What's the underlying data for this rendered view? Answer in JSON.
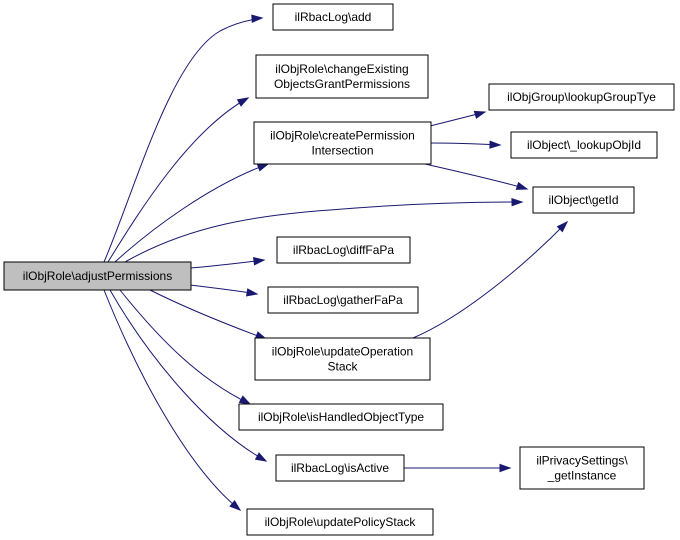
{
  "diagram": {
    "nodes": [
      {
        "id": "root",
        "lines": [
          "ilObjRole\\adjustPermissions"
        ]
      },
      {
        "id": "rbaclog_add",
        "lines": [
          "ilRbacLog\\add"
        ]
      },
      {
        "id": "change_existing",
        "lines": [
          "ilObjRole\\changeExisting",
          "ObjectsGrantPermissions"
        ]
      },
      {
        "id": "create_perm",
        "lines": [
          "ilObjRole\\createPermission",
          "Intersection"
        ]
      },
      {
        "id": "lookup_group",
        "lines": [
          "ilObjGroup\\lookupGroupTye"
        ]
      },
      {
        "id": "lookup_obj",
        "lines": [
          "ilObject\\_lookupObjId"
        ]
      },
      {
        "id": "getid",
        "lines": [
          "ilObject\\getId"
        ]
      },
      {
        "id": "difffapa",
        "lines": [
          "ilRbacLog\\diffFaPa"
        ]
      },
      {
        "id": "gatherfapa",
        "lines": [
          "ilRbacLog\\gatherFaPa"
        ]
      },
      {
        "id": "update_op",
        "lines": [
          "ilObjRole\\updateOperation",
          "Stack"
        ]
      },
      {
        "id": "handled",
        "lines": [
          "ilObjRole\\isHandledObjectType"
        ]
      },
      {
        "id": "isactive",
        "lines": [
          "ilRbacLog\\isActive"
        ]
      },
      {
        "id": "privacy",
        "lines": [
          "ilPrivacySettings\\",
          "_getInstance"
        ]
      },
      {
        "id": "update_policy",
        "lines": [
          "ilObjRole\\updatePolicyStack"
        ]
      }
    ],
    "edges": [
      {
        "from": "root",
        "to": "rbaclog_add"
      },
      {
        "from": "root",
        "to": "change_existing"
      },
      {
        "from": "root",
        "to": "create_perm"
      },
      {
        "from": "root",
        "to": "getid"
      },
      {
        "from": "root",
        "to": "difffapa"
      },
      {
        "from": "root",
        "to": "gatherfapa"
      },
      {
        "from": "root",
        "to": "update_op"
      },
      {
        "from": "root",
        "to": "handled"
      },
      {
        "from": "root",
        "to": "isactive"
      },
      {
        "from": "root",
        "to": "update_policy"
      },
      {
        "from": "create_perm",
        "to": "lookup_group"
      },
      {
        "from": "create_perm",
        "to": "lookup_obj"
      },
      {
        "from": "create_perm",
        "to": "getid"
      },
      {
        "from": "update_op",
        "to": "getid"
      },
      {
        "from": "isactive",
        "to": "privacy"
      }
    ],
    "colors": {
      "edge": "#191970",
      "root_fill": "#bfbfbf",
      "node_fill": "#ffffff",
      "node_border": "#000000"
    }
  }
}
